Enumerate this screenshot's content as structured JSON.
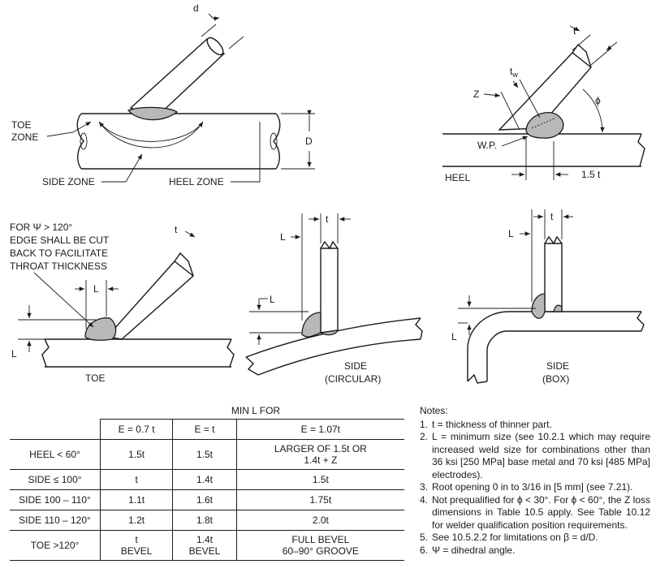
{
  "figure": {
    "top_left": {
      "labels": {
        "d": "d",
        "D": "D",
        "toe_zone_1": "TOE",
        "toe_zone_2": "ZONE",
        "side_zone": "SIDE ZONE",
        "heel_zone": "HEEL ZONE"
      }
    },
    "heel": {
      "labels": {
        "t": "t",
        "tw": "t",
        "tw_sub": "w",
        "z": "Z",
        "phi": "ϕ",
        "wp": "W.P.",
        "dim": "1.5 t",
        "title": "HEEL"
      }
    },
    "toe": {
      "note_lines": [
        "FOR Ψ > 120°",
        "EDGE SHALL BE CUT",
        "BACK TO FACILITATE",
        "THROAT THICKNESS"
      ],
      "labels": {
        "t": "t",
        "L_top": "L",
        "L_side": "L",
        "title": "TOE"
      }
    },
    "side_circular": {
      "labels": {
        "t": "t",
        "L_top": "L",
        "L_side": "L",
        "title_1": "SIDE",
        "title_2": "(CIRCULAR)"
      }
    },
    "side_box": {
      "labels": {
        "t": "t",
        "L_top": "L",
        "L_side": "L",
        "title_1": "SIDE",
        "title_2": "(BOX)"
      }
    }
  },
  "table": {
    "title": "MIN L FOR",
    "columns": [
      "E = 0.7 t",
      "E = t",
      "E = 1.07t"
    ],
    "rows": [
      {
        "label": "HEEL < 60°",
        "c1": "1.5t",
        "c2": "1.5t",
        "c3a": "LARGER OF 1.5t OR",
        "c3b": "1.4t + Z"
      },
      {
        "label": "SIDE ≤ 100°",
        "c1": "t",
        "c2": "1.4t",
        "c3": "1.5t"
      },
      {
        "label": "SIDE 100 – 110°",
        "c1": "1.1t",
        "c2": "1.6t",
        "c3": "1.75t"
      },
      {
        "label": "SIDE 110 – 120°",
        "c1": "1.2t",
        "c2": "1.8t",
        "c3": "2.0t"
      },
      {
        "label": "TOE >120°",
        "c1a": "t",
        "c1b": "BEVEL",
        "c2a": "1.4t",
        "c2b": "BEVEL",
        "c3a": "FULL BEVEL",
        "c3b": "60–90° GROOVE"
      }
    ]
  },
  "notes": {
    "title": "Notes:",
    "items": [
      {
        "num": "1.",
        "text": "t = thickness of thinner part."
      },
      {
        "num": "2.",
        "text": "L = minimum size (see 10.2.1 which may require increased weld size for combinations other than 36 ksi [250 MPa] base metal and 70 ksi [485 MPa] electrodes)."
      },
      {
        "num": "3.",
        "text": "Root opening 0 in to 3/16 in [5 mm] (see 7.21)."
      },
      {
        "num": "4.",
        "text": "Not prequalified for ϕ < 30°. For ϕ < 60°, the Z loss dimensions in Table 10.5 apply. See Table 10.12 for welder qualification position requirements."
      },
      {
        "num": "5.",
        "text": "See 10.5.2.2 for limitations on β = d/D."
      },
      {
        "num": "6.",
        "text": "Ψ = dihedral angle."
      }
    ]
  }
}
